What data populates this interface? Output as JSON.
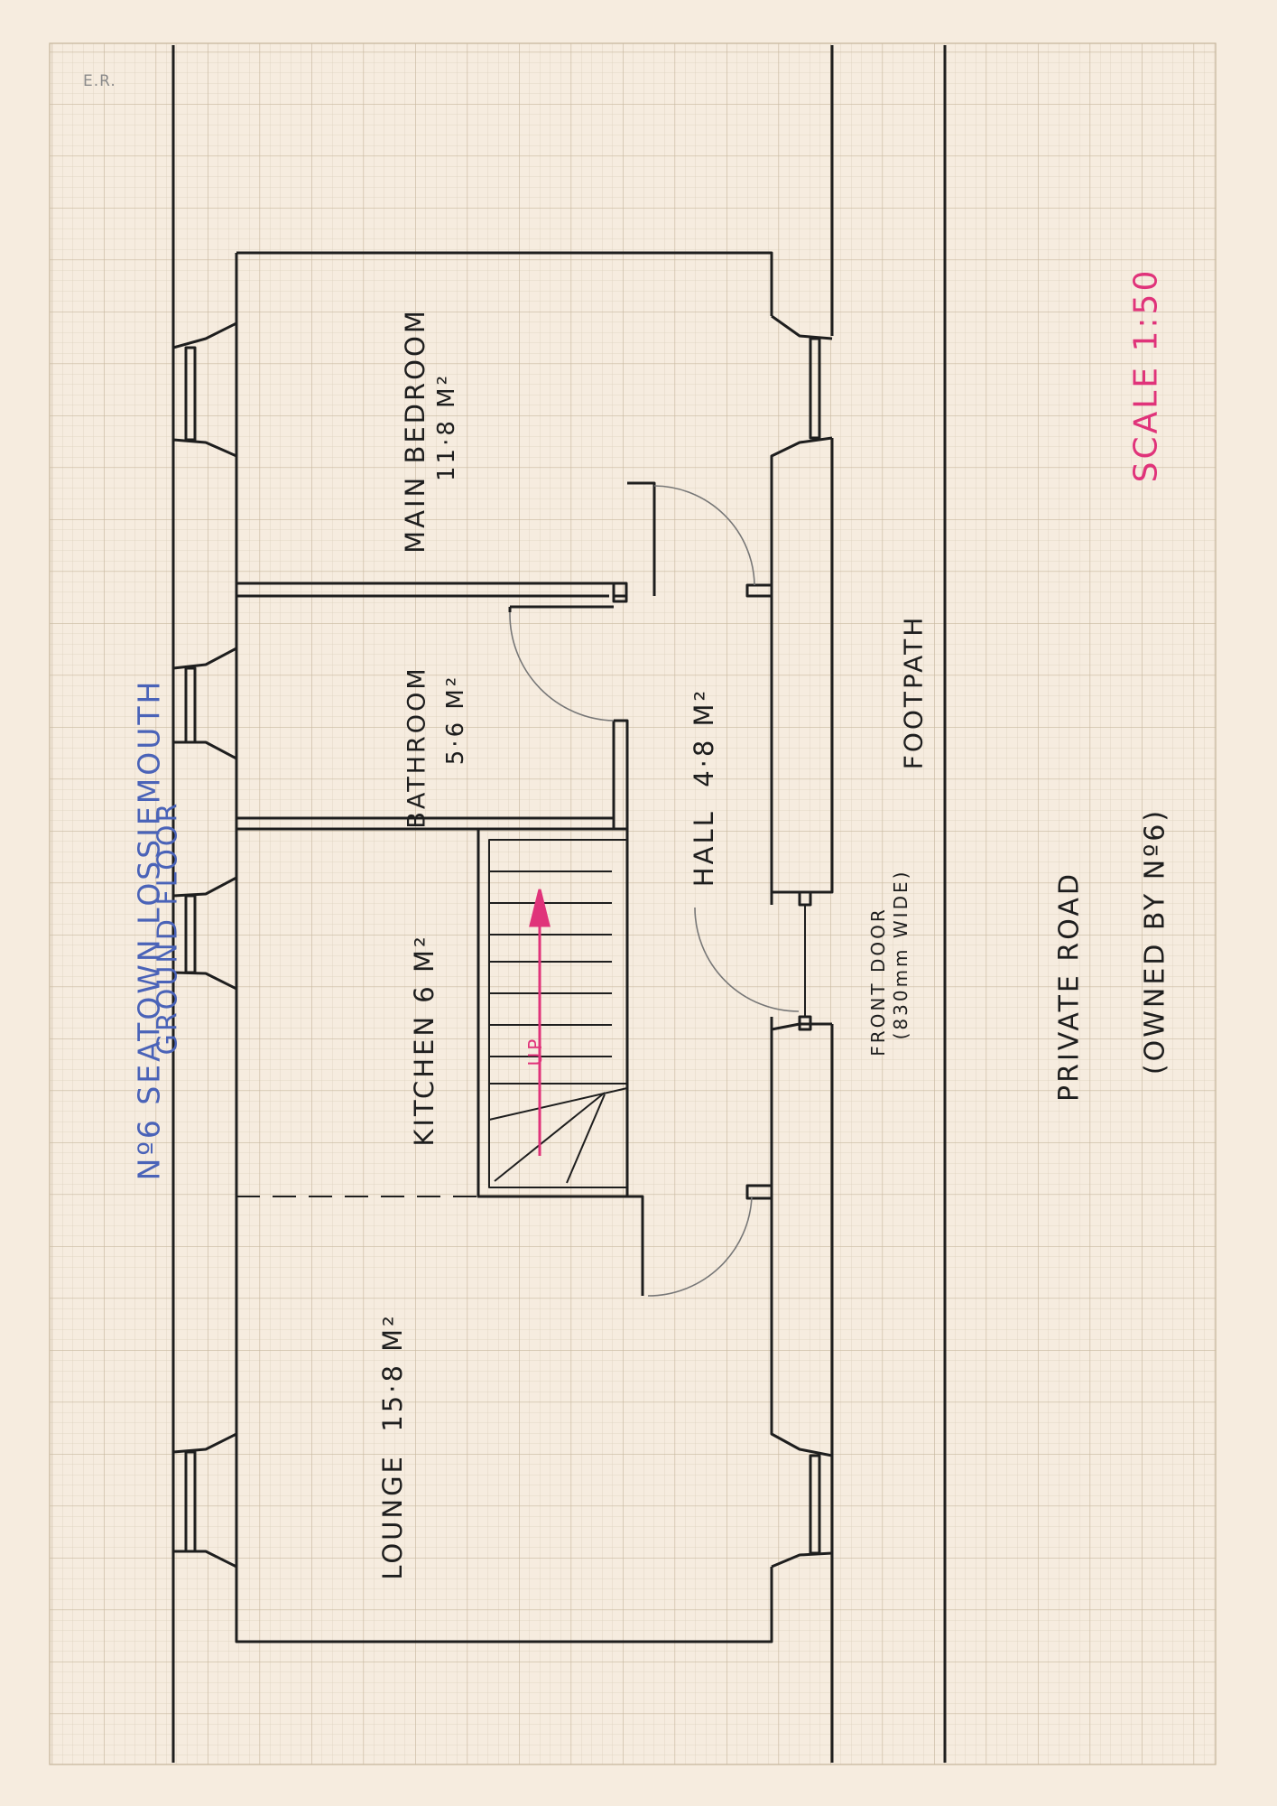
{
  "drawing": {
    "initials": "E.R.",
    "title_line1": "Nº6 SEATOWN LOSSIEMOUTH",
    "title_line2": "GROUND FLOOR",
    "scale": "SCALE 1:50",
    "colors": {
      "paper": "#f6ecdf",
      "grid_minor": "#d9cdb8",
      "grid_major": "#c9b9a0",
      "ink": "#1e1e1e",
      "title_ink": "#4a63b8",
      "accent": "#e0337a"
    }
  },
  "rooms": [
    {
      "name": "MAIN BEDROOM",
      "area": "11·8 M²"
    },
    {
      "name": "BATHROOM",
      "area": "5·6 M²"
    },
    {
      "name": "KITCHEN",
      "area": "6 M²"
    },
    {
      "name": "LOUNGE",
      "area": "15·8 M²"
    },
    {
      "name": "HALL",
      "area": "4·8 M²"
    }
  ],
  "stairs": {
    "label": "UP",
    "treads": 7
  },
  "front_door": {
    "line1": "FRONT DOOR",
    "line2": "(830mm WIDE)"
  },
  "footpath": "FOOTPATH",
  "road": {
    "line1": "PRIVATE ROAD",
    "line2": "(OWNED BY Nº6)"
  }
}
